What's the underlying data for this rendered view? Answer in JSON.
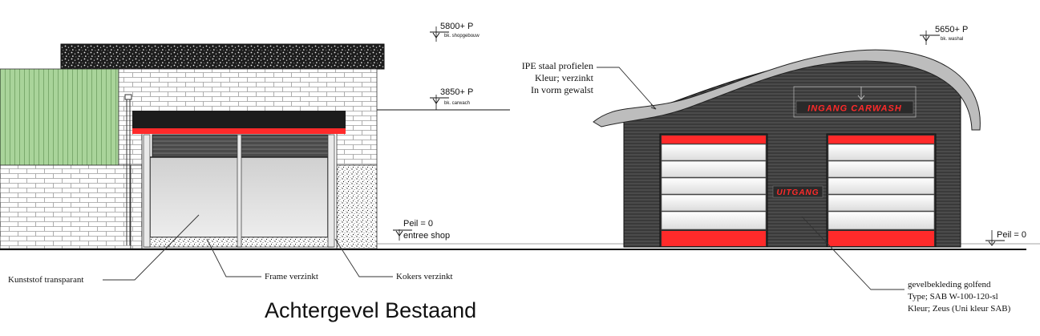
{
  "title": "Achtergevel Bestaand",
  "levels": {
    "shop_top": {
      "value": "5800+ P",
      "sub": "bk. shopgebouw"
    },
    "carwash_roof": {
      "value": "3850+ P",
      "sub": "bk. carwach"
    },
    "washal_top": {
      "value": "5650+ P",
      "sub": "bk. washal"
    },
    "peil_shop": {
      "value": "Peil = 0",
      "sub": "entree shop"
    },
    "peil_right": {
      "value": "Peil = 0"
    }
  },
  "callouts": {
    "ipe": [
      "IPE staal profielen",
      "Kleur; verzinkt",
      "In vorm gewalst"
    ],
    "kunststof": "Kunststof transparant",
    "frame": "Frame verzinkt",
    "kokers": "Kokers verzinkt",
    "gevel": [
      "gevelbekleding golfend",
      "Type; SAB W-100-120-sl",
      "Kleur;  Zeus (Uni kleur SAB)"
    ]
  },
  "signs": {
    "ingang": "INGANG CARWASH",
    "uitgang": "UITGANG"
  },
  "colors": {
    "accent_red": "#ff2a2a",
    "cladding_dark": "#3a3a3a",
    "canopy_black": "#1c1c1c",
    "green_panel": "#a9d49a"
  }
}
